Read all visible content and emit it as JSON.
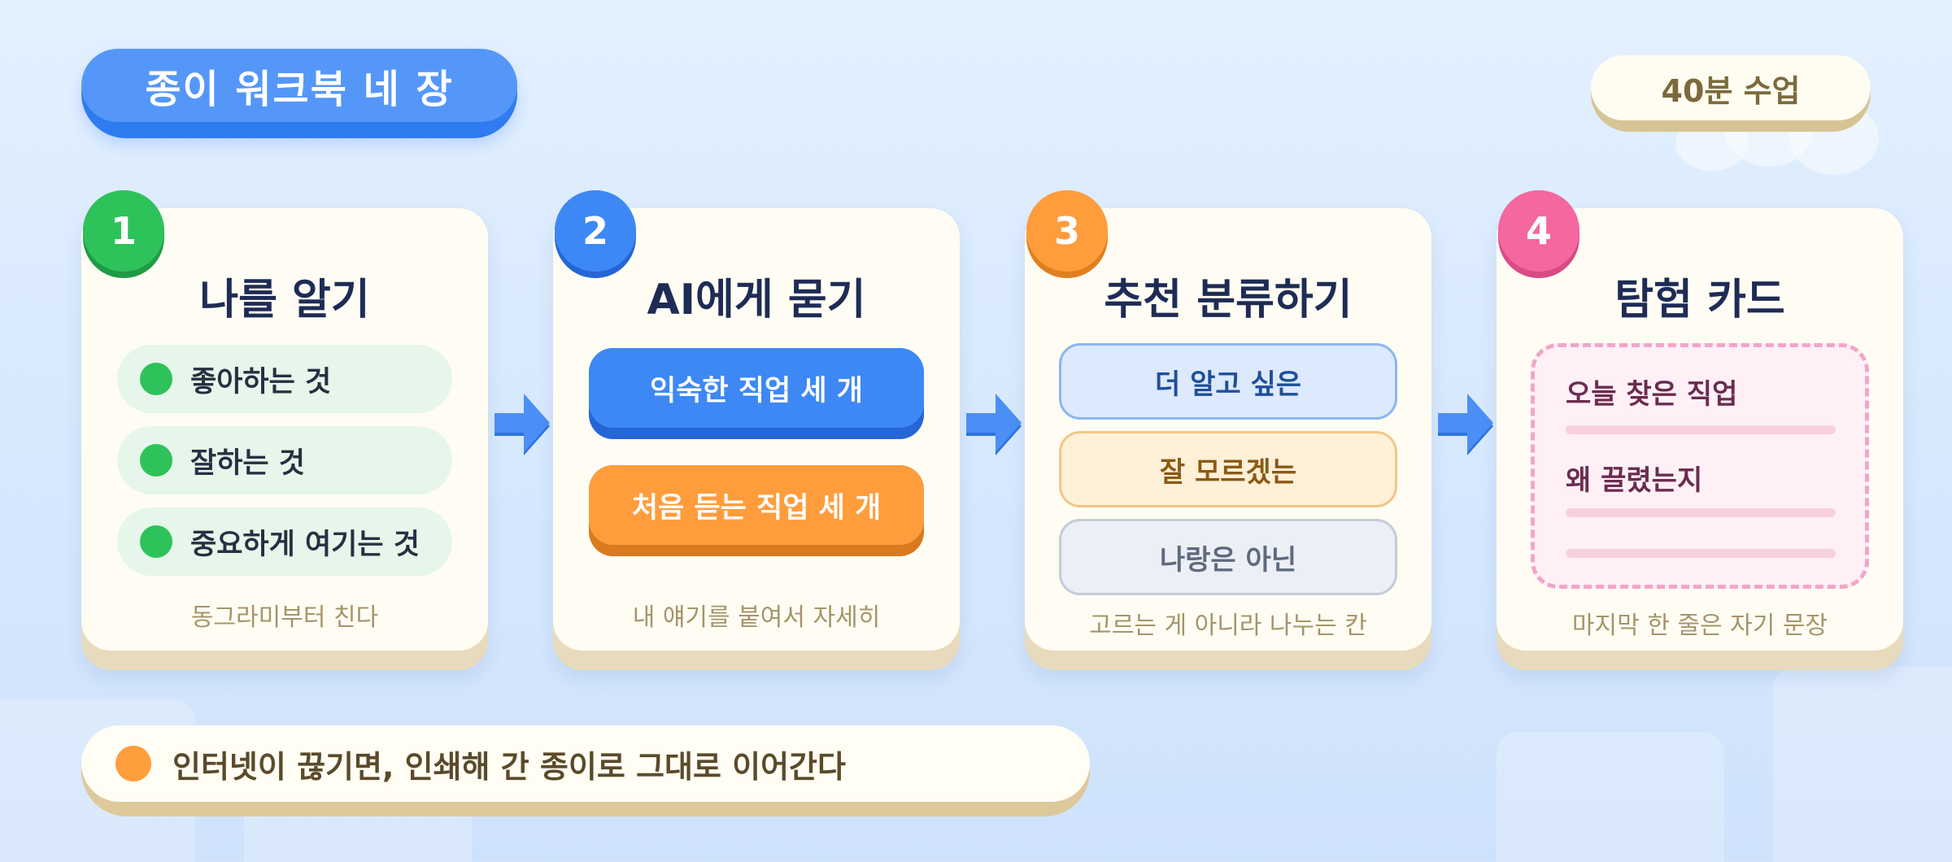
{
  "header": {
    "title": "종이 워크북 네 장",
    "duration": "40분 수업"
  },
  "colors": {
    "green": "#2ec25a",
    "blue": "#3b86f5",
    "orange": "#ff9e3d",
    "pink": "#f4679f",
    "card": "#fffdf3"
  },
  "steps": [
    {
      "number": "1",
      "title": "나를 알기",
      "items": [
        "좋아하는 것",
        "잘하는 것",
        "중요하게 여기는 것"
      ],
      "footer": "동그라미부터 친다"
    },
    {
      "number": "2",
      "title": "AI에게 묻기",
      "buttons": [
        "익숙한 직업 세 개",
        "처음 듣는 직업 세 개"
      ],
      "footer": "내 얘기를 붙여서 자세히"
    },
    {
      "number": "3",
      "title": "추천 분류하기",
      "boxes": [
        "더 알고 싶은",
        "잘 모르겠는",
        "나랑은 아닌"
      ],
      "footer": "고르는 게 아니라 나누는 칸"
    },
    {
      "number": "4",
      "title": "탐험 카드",
      "prompts": [
        "오늘 찾은 직업",
        "왜 끌렸는지"
      ],
      "footer": "마지막 한 줄은 자기 문장"
    }
  ],
  "note": "인터넷이 끊기면, 인쇄해 간 종이로 그대로 이어간다"
}
